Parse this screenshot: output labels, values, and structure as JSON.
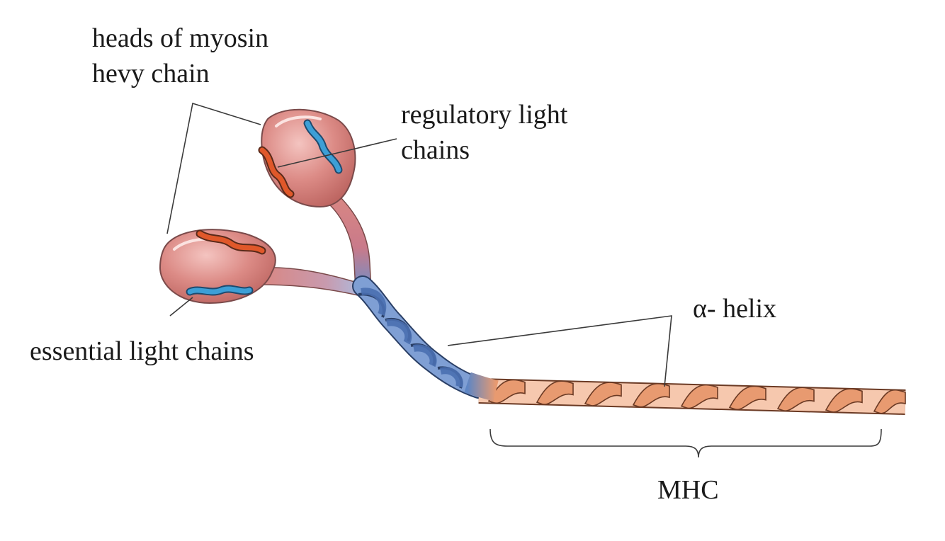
{
  "labels": {
    "heads_line1": "heads of myosin",
    "heads_line2": "hevy chain",
    "regulatory_line1": "regulatory light",
    "regulatory_line2": "chains",
    "essential": "essential light chains",
    "alpha_helix": "α- helix",
    "mhc": "MHC"
  },
  "colors": {
    "head_fill": "#dc8b86",
    "head_dark": "#c26a66",
    "essential_chain": "#3d9fd6",
    "regulatory_chain": "#e0582a",
    "neck_blue": "#5f86c4",
    "neck_blue_light": "#a9c0e6",
    "tail_orange": "#e89a70",
    "tail_light": "#f6c8ae"
  }
}
